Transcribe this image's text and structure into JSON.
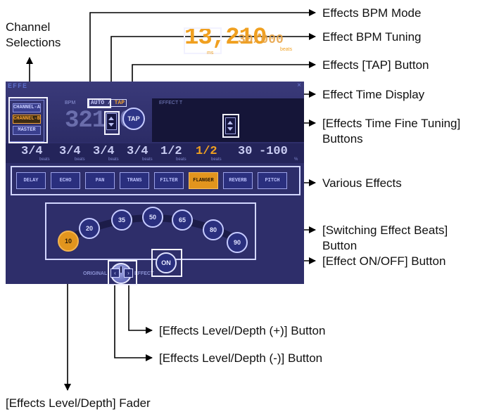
{
  "callouts": {
    "channel_selections": "Channel Selections",
    "bpm_mode": "Effects BPM Mode",
    "bpm_tuning": "Effect BPM Tuning",
    "tap_button": "Effects [TAP] Button",
    "time_display": "Effect Time Display",
    "time_fine_tuning": "[Effects Time Fine Tuning] Buttons",
    "various_effects": "Various Effects",
    "switching_beats": "[Switching Effect Beats] Button",
    "on_off": "[Effect ON/OFF] Button",
    "level_plus": "[Effects Level/Depth (+)] Button",
    "level_minus": "[Effects Level/Depth (-)] Button",
    "level_fader": "[Effects Level/Depth] Fader"
  },
  "panel": {
    "title": "EFFE",
    "close": "×",
    "channels": [
      "CHANNEL-A",
      "CHANNEL-B",
      "MASTER"
    ],
    "bpm_label": "BPM",
    "bpm_mode_auto": "AUTO",
    "bpm_mode_sep": " / ",
    "bpm_mode_tap": "TAP",
    "bpm_value": "321.0",
    "tap_label": "TAP",
    "time_label": "EFFECT T",
    "time_value": "13,210",
    "time_unit": "ms",
    "time_right": "30/000",
    "beats_unit": "beats",
    "beat_values": [
      "3/4",
      "3/4",
      "3/4",
      "3/4",
      "1/2",
      "1/2",
      "30",
      "-100"
    ],
    "beat_subs": [
      "beats",
      "beats",
      "beats",
      "beats",
      "beats",
      "beats",
      "",
      "%"
    ],
    "effects": [
      "DELAY",
      "ECHO",
      "PAN",
      "TRANS",
      "FILTER",
      "FLANGER",
      "REVERB",
      "PITCH"
    ],
    "active_effect": "FLANGER",
    "beats": [
      "10",
      "20",
      "35",
      "50",
      "65",
      "80",
      "90"
    ],
    "active_beat": "10",
    "original_label": "ORIGINAL",
    "effect_label": "EFFECT",
    "minus": "‹",
    "plus": "›",
    "on_label": "ON"
  },
  "colors": {
    "panel_bg": "#2e2e6a",
    "accent_orange": "#f0a020",
    "highlight_white": "#f2f2ff"
  }
}
